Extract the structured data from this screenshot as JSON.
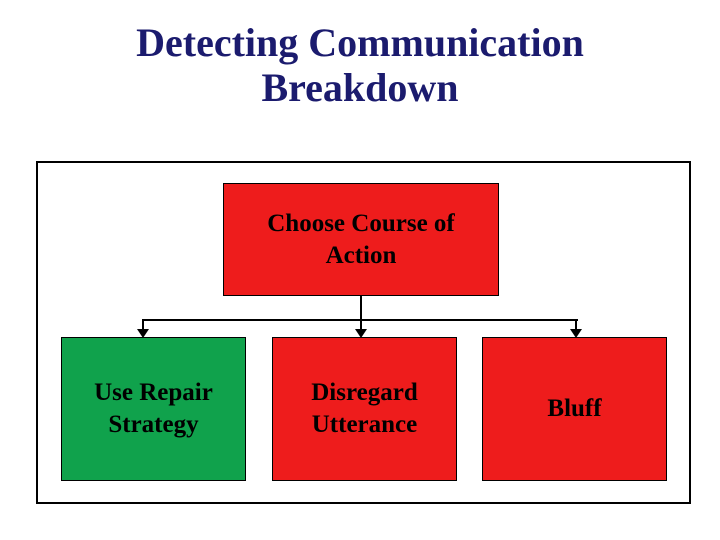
{
  "slide": {
    "title": "Detecting Communication\nBreakdown",
    "colors": {
      "title_text": "#1b1b6e",
      "box_text": "#000000",
      "line": "#000000",
      "frame_border": "#000000",
      "red": "#ee1c1c",
      "green": "#10a24c"
    },
    "flowchart": {
      "root": {
        "label": "Choose Course of\nAction",
        "fill": "#ee1c1c"
      },
      "children": [
        {
          "label": "Use Repair\nStrategy",
          "fill": "#10a24c"
        },
        {
          "label": "Disregard\nUtterance",
          "fill": "#ee1c1c"
        },
        {
          "label": "Bluff",
          "fill": "#ee1c1c"
        }
      ]
    }
  }
}
